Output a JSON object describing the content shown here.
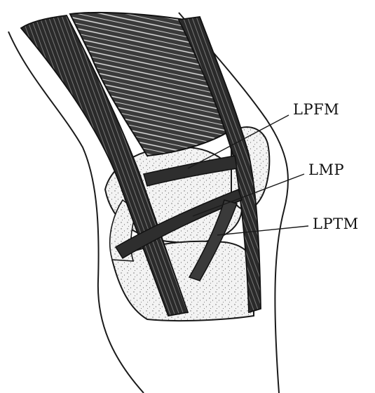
{
  "labels": {
    "lpfm": "LPFM",
    "lmp": "LMP",
    "lptm": "LPTM"
  },
  "colors": {
    "ink": "#1a1a1a",
    "muscle": "#2b2b2b",
    "bone_fill": "#f2f2f2",
    "stipple": "#6b6b6b"
  }
}
